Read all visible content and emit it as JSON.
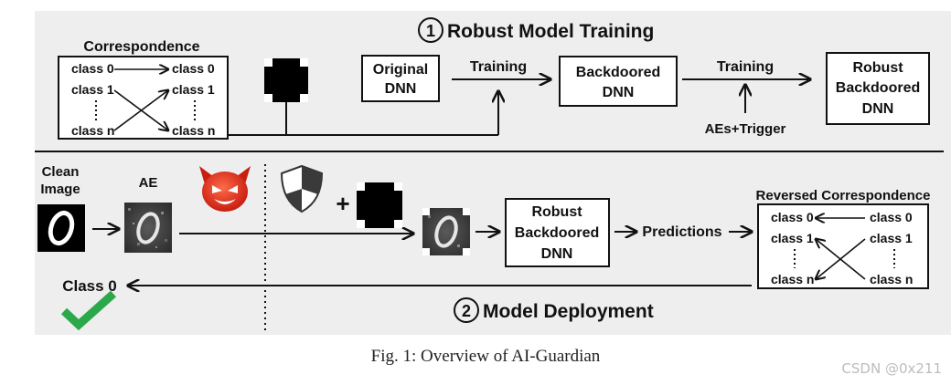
{
  "section1": {
    "number": "1",
    "title": "Robust Model Training"
  },
  "section2": {
    "number": "2",
    "title": "Model Deployment"
  },
  "correspondence": {
    "title": "Correspondence",
    "left": [
      "class 0",
      "class 1",
      "class n"
    ],
    "right": [
      "class 0",
      "class 1",
      "class n"
    ]
  },
  "training": {
    "original_dnn": [
      "Original",
      "DNN"
    ],
    "training_label_1": "Training",
    "backdoored_dnn": [
      "Backdoored",
      "DNN"
    ],
    "training_label_2": "Training",
    "robust_dnn": [
      "Robust",
      "Backdoored",
      "DNN"
    ],
    "aes_trigger": "AEs+Trigger"
  },
  "deployment": {
    "clean_image": [
      "Clean",
      "Image"
    ],
    "ae_label": "AE",
    "plus": "+",
    "robust_dnn": [
      "Robust",
      "Backdoored",
      "DNN"
    ],
    "predictions": "Predictions",
    "result": "Class 0"
  },
  "reversed_correspondence": {
    "title": "Reversed Correspondence",
    "left": [
      "class 0",
      "class 1",
      "class n"
    ],
    "right": [
      "class 0",
      "class 1",
      "class n"
    ]
  },
  "caption": "Fig. 1: Overview of AI-Guardian",
  "watermark": "CSDN @0x211",
  "colors": {
    "page_bg": "#eeeeee",
    "check": "#2aa84a",
    "devil": "#e8301c",
    "shield_dark": "#3a3a3a"
  },
  "icons": [
    "devil-icon",
    "shield-icon",
    "checkmark-icon",
    "trigger-pattern-icon",
    "digit-zero-image"
  ]
}
